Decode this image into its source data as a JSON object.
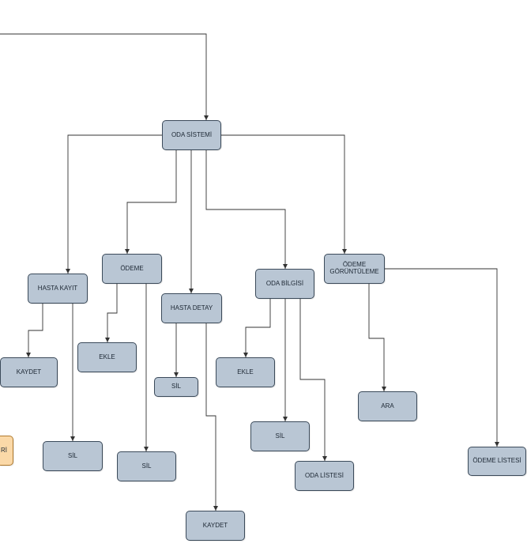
{
  "diagram": {
    "nodes": {
      "oda_sistemi": "ODA SİSTEMİ",
      "hasta_kayit": "HASTA KAYIT",
      "odeme": "ÖDEME",
      "hasta_detay": "HASTA DETAY",
      "oda_bilgisi": "ODA BİLGİSİ",
      "odeme_goruntuleme": "ÖDEME\nGÖRÜNTÜLEME",
      "kaydet_1": "KAYDET",
      "sil_1": "SİL",
      "ekle_1": "EKLE",
      "sil_2": "SİL",
      "sil_3": "SİL",
      "kaydet_2": "KAYDET",
      "ekle_2": "EKLE",
      "sil_4": "SİL",
      "oda_listesi": "ODA LİSTESİ",
      "ara": "ARA",
      "odeme_listesi": "ÖDEME LİSTESİ",
      "partial_left": "Rİ"
    },
    "colors": {
      "node_fill": "#b9c6d4",
      "node_border": "#3b4a5a",
      "edge": "#333333",
      "partial_fill": "#fbd9a8"
    }
  }
}
